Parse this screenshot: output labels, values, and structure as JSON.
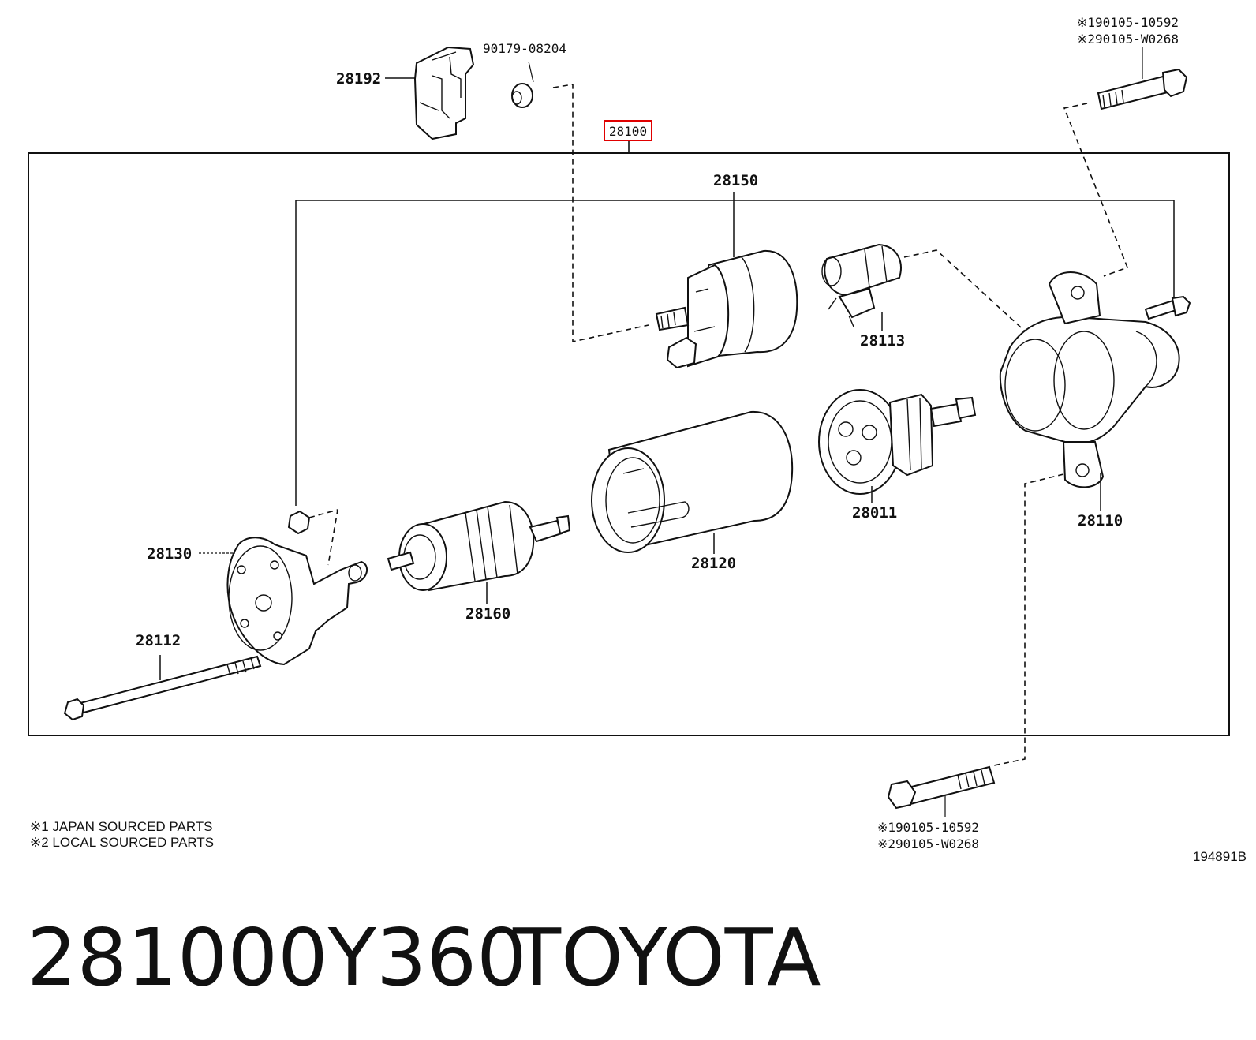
{
  "assembly": {
    "part_number": "28100",
    "highlight_color": "#e00000"
  },
  "parts": {
    "p28192": "28192",
    "p90179": "90179-08204",
    "p28150": "28150",
    "p28113": "28113",
    "p28011": "28011",
    "p28110": "28110",
    "p28120": "28120",
    "p28160": "28160",
    "p28130": "28130",
    "p28112": "28112"
  },
  "bolt_top": {
    "line1": "※190105-10592",
    "line2": "※290105-W0268"
  },
  "bolt_bottom": {
    "line1": "※190105-10592",
    "line2": "※290105-W0268"
  },
  "notes": {
    "note1": "※1  JAPAN SOURCED PARTS",
    "note2": "※2  LOCAL SOURCED PARTS"
  },
  "figure_code": "194891B",
  "caption": {
    "part_code": "281000Y360",
    "brand": "TOYOTA"
  }
}
